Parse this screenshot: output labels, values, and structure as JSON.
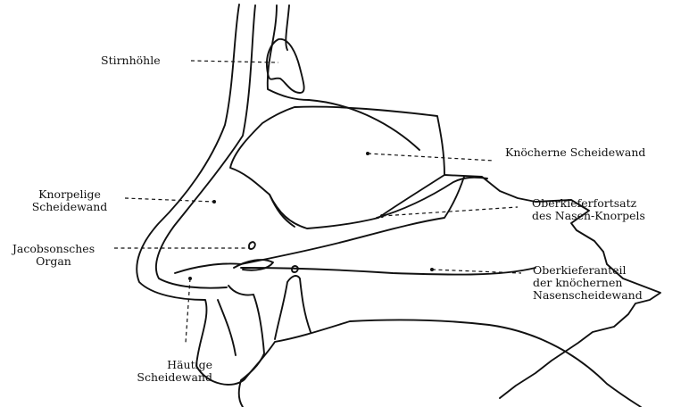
{
  "labels": {
    "stirnhoehle": [
      "Stirnhöhle"
    ],
    "knoecherne": [
      "Knöcherne Scheidewand"
    ],
    "knorpelige": [
      "Knorpelige",
      "Scheidewand"
    ],
    "oberkieferfortsatz": [
      "Oberkieferfortsatz",
      "des Nasen-Knorpels"
    ],
    "jacobson": [
      "Jacobsonsches",
      "Organ"
    ],
    "oberkieferanteil": [
      "Oberkieferanteil",
      "der knöchernen",
      "Nasenscheidewand"
    ],
    "haeutige": [
      "Häutige",
      "Scheidewand"
    ]
  }
}
